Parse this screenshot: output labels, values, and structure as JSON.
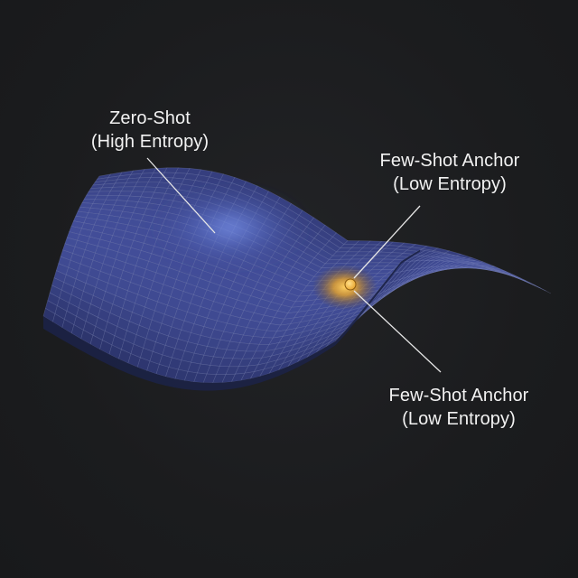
{
  "labels": {
    "zero_shot": {
      "line1": "Zero-Shot",
      "line2": "(High Entropy)"
    },
    "few_shot_upper": {
      "line1": "Few-Shot Anchor",
      "line2": "(Low Entropy)"
    },
    "few_shot_lower": {
      "line1": "Few-Shot Anchor",
      "line2": "(Low Entropy)"
    }
  },
  "colors": {
    "background": "#1b1c1e",
    "surface": "#2b3160",
    "surface_edge": "#1c2246",
    "grid": "#8c96c6",
    "high_entropy_glow": "#6d86e6",
    "anchor_glow": "#f2b33a",
    "anchor_point": "#f7c25a",
    "text": "#f2f2f2",
    "leader": "#e6e6e6"
  }
}
